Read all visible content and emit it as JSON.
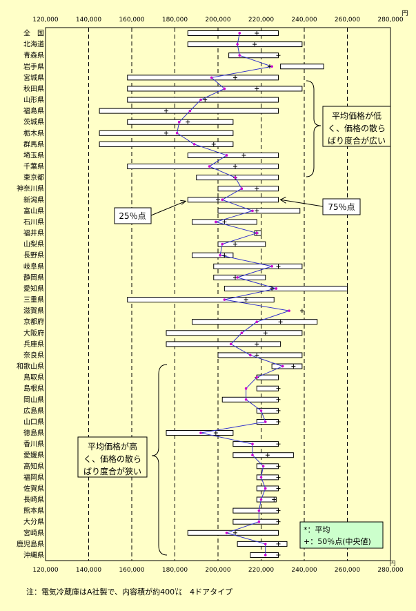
{
  "chart_data": {
    "type": "box-range",
    "unit": "円",
    "xlim": [
      120000,
      280000
    ],
    "xticks": [
      "120,000",
      "140,000",
      "160,000",
      "180,000",
      "200,000",
      "220,000",
      "240,000",
      "260,000",
      "280,000"
    ],
    "xtick_values": [
      120000,
      140000,
      160000,
      180000,
      200000,
      220000,
      240000,
      260000,
      280000
    ],
    "grid": "vertical dashed",
    "categories": [
      "全　国",
      "北海道",
      "青森県",
      "岩手県",
      "宮城県",
      "秋田県",
      "山形県",
      "福島県",
      "茨城県",
      "栃木県",
      "群馬県",
      "埼玉県",
      "千葉県",
      "東京都",
      "神奈川県",
      "新潟県",
      "富山県",
      "石川県",
      "福井県",
      "山梨県",
      "長野県",
      "岐阜県",
      "静岡県",
      "愛知県",
      "三重県",
      "滋賀県",
      "京都府",
      "大阪府",
      "兵庫県",
      "奈良県",
      "和歌山県",
      "鳥取県",
      "島根県",
      "岡山県",
      "広島県",
      "山口県",
      "徳島県",
      "香川県",
      "愛媛県",
      "高知県",
      "福岡県",
      "佐賀県",
      "長崎県",
      "熊本県",
      "大分県",
      "宮崎県",
      "鹿児島県",
      "沖縄県"
    ],
    "series": [
      {
        "name": "25％点",
        "role": "range_low",
        "values": [
          186000,
          186000,
          205000,
          229000,
          158000,
          158000,
          158000,
          145000,
          158000,
          145000,
          145000,
          186000,
          158000,
          190000,
          200000,
          186000,
          200000,
          188000,
          217000,
          200000,
          188000,
          198000,
          198000,
          203000,
          158000,
          null,
          188000,
          176000,
          176000,
          200000,
          225000,
          218000,
          218000,
          202000,
          218000,
          218000,
          176000,
          207000,
          207000,
          218000,
          218000,
          218000,
          218000,
          207000,
          207000,
          186000,
          209000,
          215000
        ]
      },
      {
        "name": "75％点",
        "role": "range_high",
        "values": [
          228000,
          239000,
          228000,
          249000,
          228000,
          239000,
          228000,
          228000,
          207000,
          207000,
          207000,
          228000,
          228000,
          228000,
          228000,
          228000,
          238000,
          218000,
          220000,
          222000,
          207000,
          239000,
          222000,
          260000,
          226000,
          null,
          246000,
          239000,
          229000,
          239000,
          239000,
          228000,
          228000,
          228000,
          228000,
          228000,
          207000,
          228000,
          235000,
          228000,
          228000,
          228000,
          227000,
          228000,
          228000,
          228000,
          232000,
          228000
        ]
      },
      {
        "name": "平均",
        "role": "mean",
        "values": [
          210000,
          209000,
          210000,
          225000,
          197000,
          203000,
          192000,
          187000,
          182000,
          181000,
          189000,
          204000,
          196000,
          208000,
          211000,
          202000,
          216000,
          199000,
          218000,
          202000,
          201000,
          225000,
          209000,
          227000,
          203000,
          233000,
          218000,
          211000,
          206000,
          215000,
          230000,
          218000,
          213000,
          213000,
          220000,
          222000,
          192000,
          216000,
          216000,
          221000,
          220000,
          222000,
          220000,
          219000,
          219000,
          204000,
          222000,
          222000
        ]
      },
      {
        "name": "50％点(中央値)",
        "role": "median",
        "values": [
          218000,
          217000,
          228000,
          224000,
          208000,
          218000,
          194000,
          176000,
          186000,
          176000,
          198000,
          212000,
          208000,
          208000,
          218000,
          200000,
          218000,
          203000,
          218000,
          208000,
          203000,
          228000,
          208000,
          225000,
          213000,
          239000,
          229000,
          222000,
          218000,
          218000,
          235000,
          218000,
          228000,
          228000,
          228000,
          228000,
          199000,
          228000,
          223000,
          228000,
          228000,
          228000,
          226000,
          228000,
          228000,
          208000,
          228000,
          228000
        ]
      }
    ],
    "annotations": [
      {
        "text": "25％点",
        "box": "left",
        "points_to": "25％点"
      },
      {
        "text": "75％点",
        "box": "right",
        "points_to": "75％点"
      },
      {
        "text": "平均価格が低く、価格の散らばり度合が広い",
        "lines": [
          "平均価格が低",
          "く、価格の散ら",
          "ばり度合が広い"
        ]
      },
      {
        "text": "平均価格が高く、価格の散らばり度合が狭い",
        "lines": [
          "平均価格が高",
          "く、価格の散ら",
          "ばり度合が狭い"
        ]
      }
    ],
    "legend": {
      "placement": "bottom-right",
      "items": [
        "*：平均",
        "+：50％点(中央値)"
      ]
    },
    "note": "注：電気冷蔵庫はA社製で、内容積が約400㍑　4ドアタイプ"
  },
  "colors": {
    "background": "#ffffc8",
    "mean_line": "#3333cc",
    "mean_marker": "#cc00cc",
    "box_fill": "#ffffff",
    "legend_bg": "#ccffcc"
  }
}
